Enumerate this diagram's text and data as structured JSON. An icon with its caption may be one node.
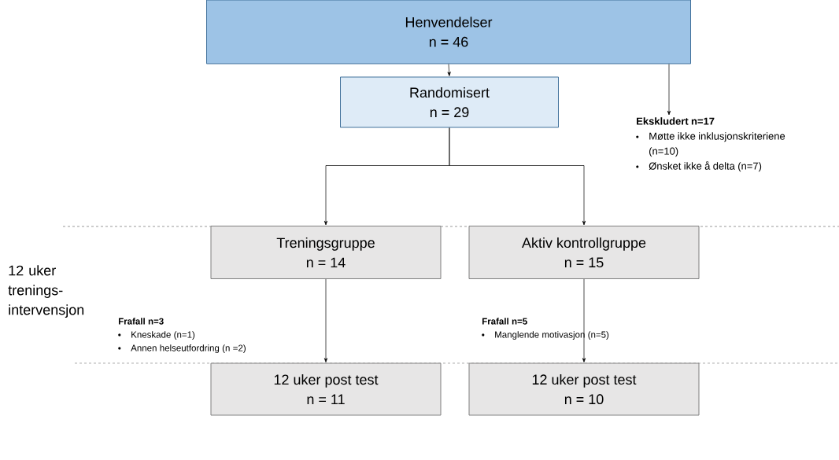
{
  "diagram": {
    "nodes": [
      {
        "text": [
          "Henvendelser",
          "n = 46"
        ]
      },
      {
        "text": [
          "Randomisert",
          "n = 29"
        ]
      },
      {
        "text": [
          "Ekskludert n=17",
          "Møtte ikke inklusjonskriteriene (n=10)",
          "Ønsket ikke å delta (n=7)"
        ]
      },
      {
        "text": [
          "Treningsgruppe",
          "n = 14"
        ]
      },
      {
        "text": [
          "Aktiv kontrollgruppe",
          "n = 15"
        ]
      },
      {
        "text": [
          "12 uker post test",
          "n = 11"
        ]
      },
      {
        "text": [
          "12 uker post test",
          "n = 10"
        ]
      }
    ],
    "edges": [
      {
        "from": 0,
        "to": 1,
        "arrow": "to"
      },
      {
        "from": 0,
        "to": 2,
        "arrow": "to"
      },
      {
        "from": 1,
        "to": 3,
        "arrow": "to"
      },
      {
        "from": 1,
        "to": 4,
        "arrow": "to"
      },
      {
        "from": 3,
        "to": 5,
        "arrow": "to"
      },
      {
        "from": 4,
        "to": 6,
        "arrow": "to"
      }
    ],
    "labels": [
      "12 uker trenings-intervensjon",
      "Frafall n=3",
      "Kneskade (n=1)",
      "Annen helseutfordring (n =2)",
      "Frafall n=5",
      "Manglende motivasjon (n=5)"
    ]
  }
}
